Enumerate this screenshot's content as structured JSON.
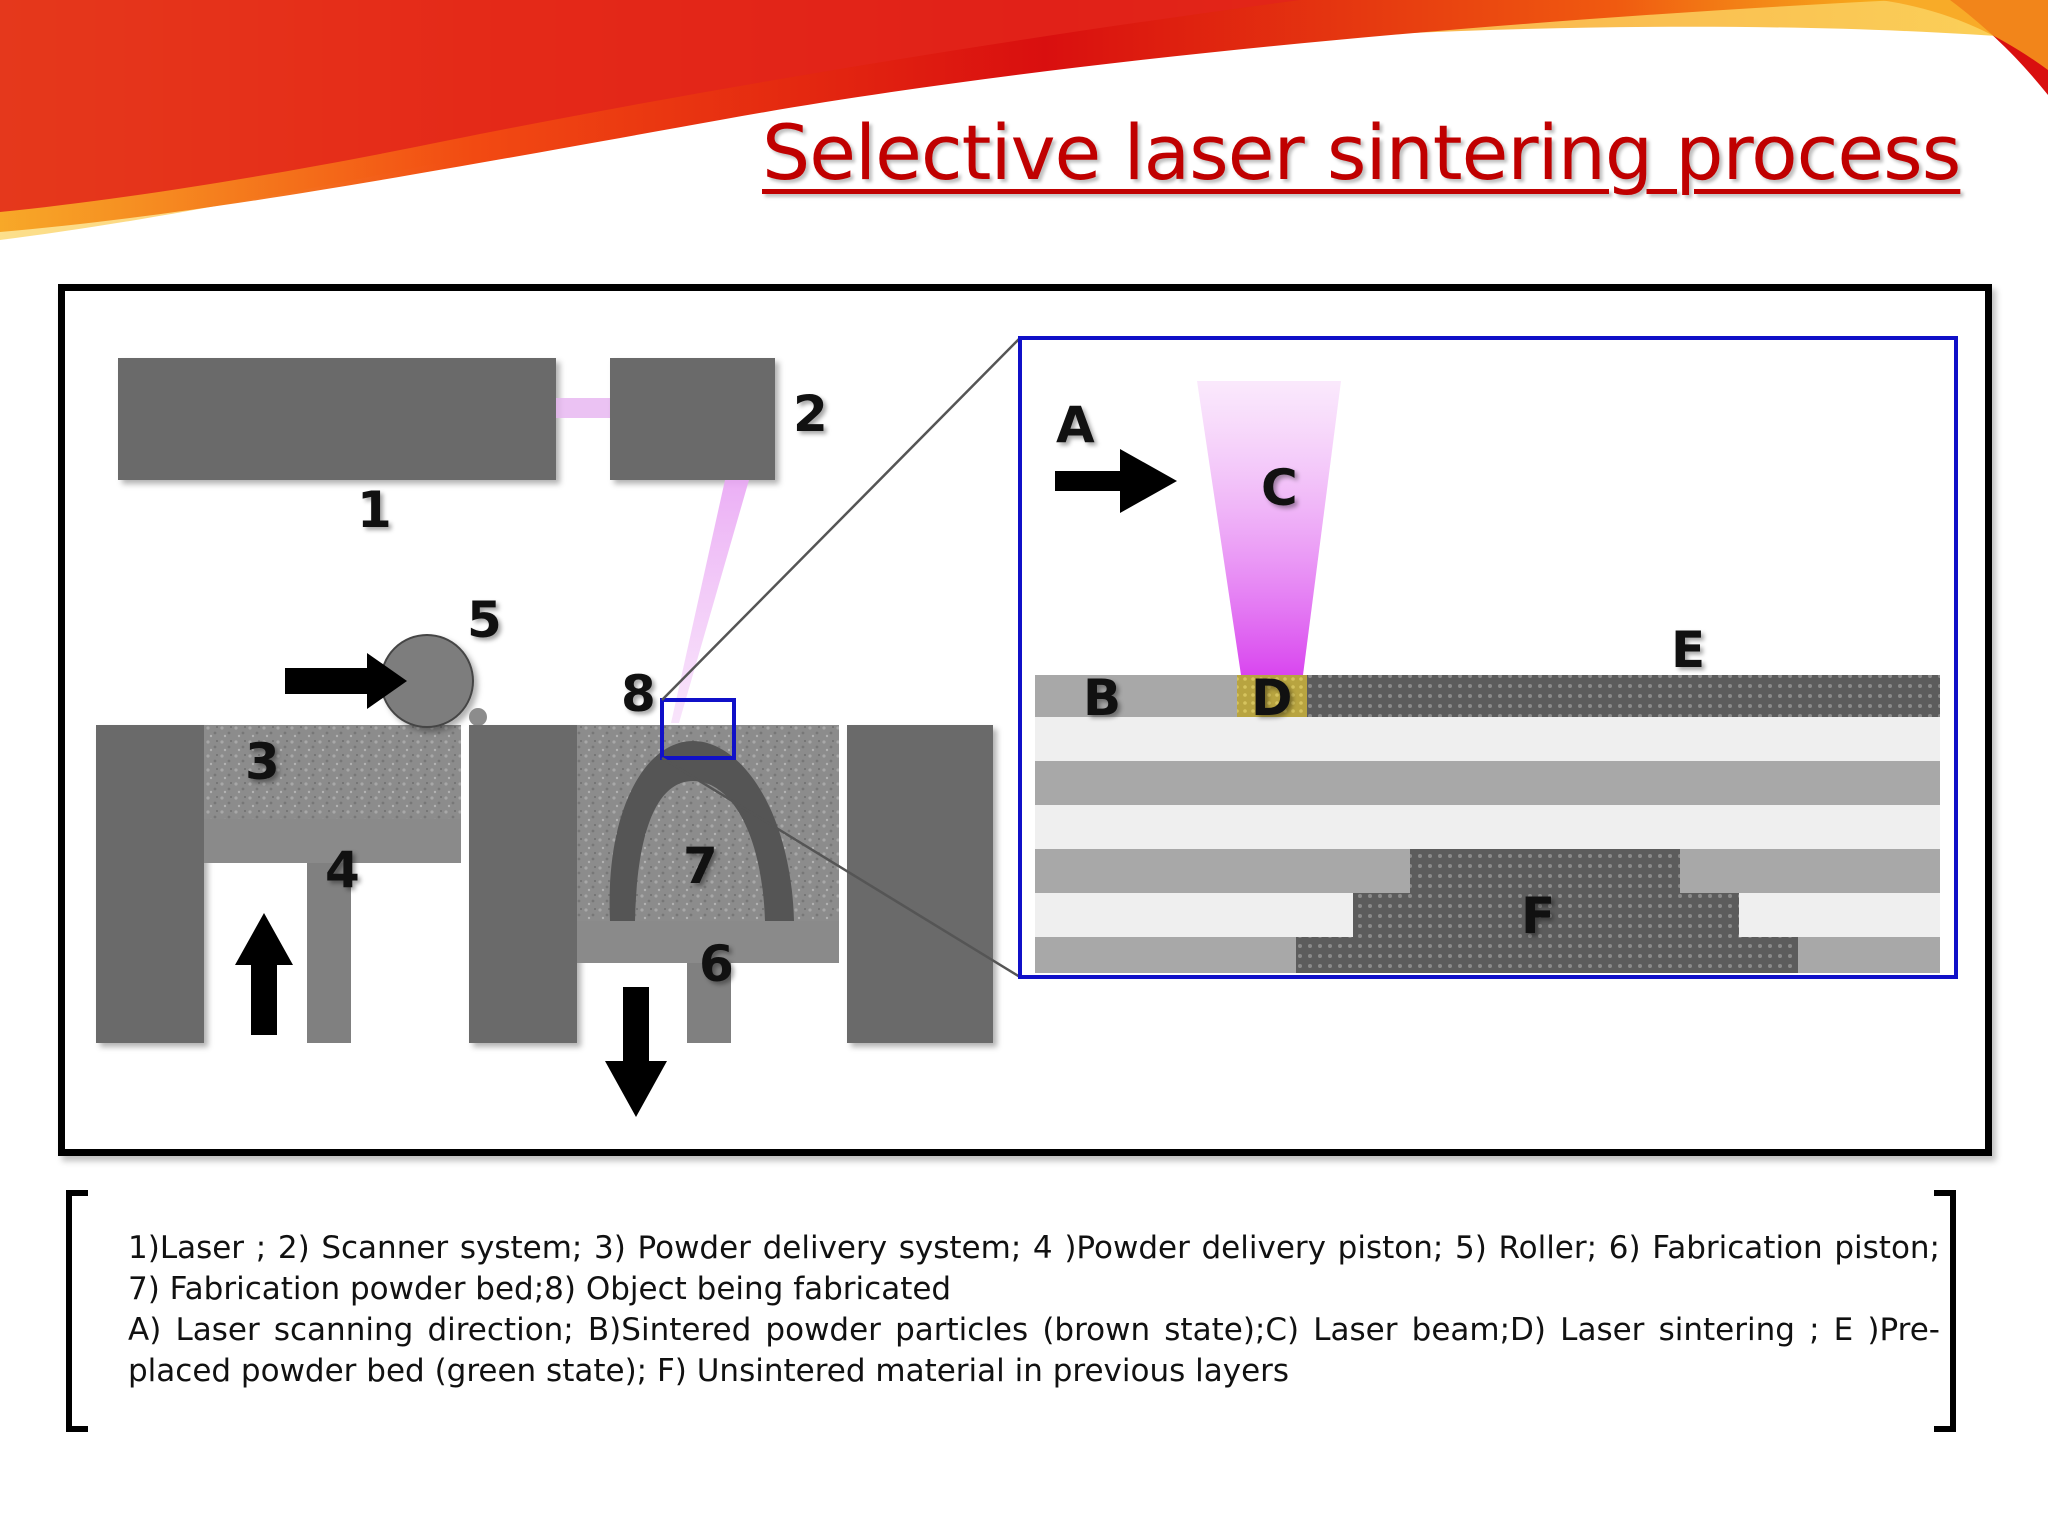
{
  "title": "Selective laser sintering process",
  "colors": {
    "title": "#c00000",
    "laser_beam": "#d946ef",
    "frame": "#000000",
    "zoom_box": "#1010c8",
    "swoosh_red": "#e01010",
    "swoosh_orange": "#f7941d"
  },
  "diagram": {
    "labels": {
      "laser": "1",
      "scanner": "2",
      "powder_delivery": "3",
      "delivery_piston": "4",
      "roller": "5",
      "fabrication_piston": "6",
      "powder_bed": "7",
      "object": "8"
    },
    "detail_labels": {
      "scan_direction": "A",
      "sintered_particles": "B",
      "laser_beam": "C",
      "laser_sintering": "D",
      "preplaced_powder": "E",
      "unsintered_material": "F"
    }
  },
  "caption": {
    "line1": "1)Laser ; 2) Scanner system; 3) Powder delivery system; 4 )Powder delivery piston; 5) Roller; 6) Fabrication piston; 7) Fabrication powder bed;8) Object being fabricated",
    "line2": "A) Laser scanning direction; B)Sintered powder particles (brown state);C) Laser beam;D) Laser sintering ;  E )Pre-placed powder bed (green state); F) Unsintered material in previous layers"
  }
}
